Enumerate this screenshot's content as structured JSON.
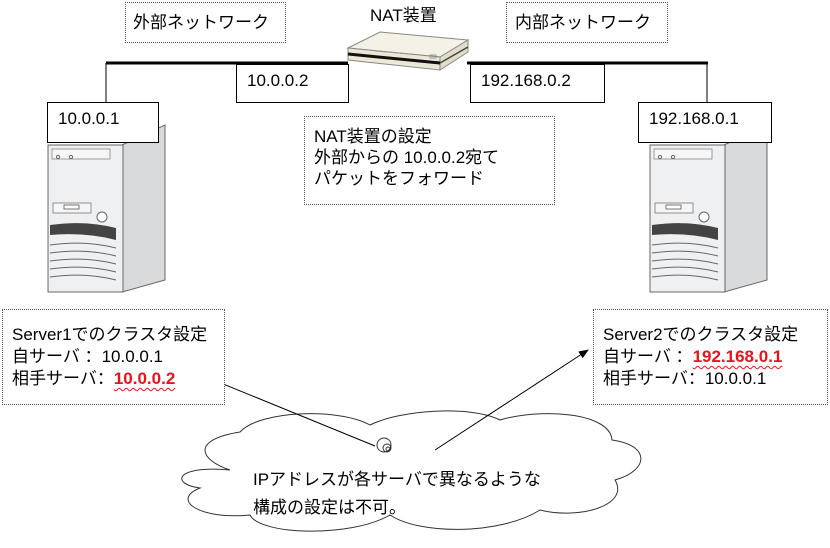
{
  "networks": {
    "external_label": "外部ネットワーク",
    "internal_label": "内部ネットワーク"
  },
  "nat_device": {
    "title": "NAT装置",
    "external_ip": "10.0.0.2",
    "internal_ip": "192.168.0.2",
    "settings_note": {
      "line1": "NAT装置の設定",
      "line2": "外部からの 10.0.0.2宛て",
      "line3": "パケットをフォワード"
    }
  },
  "server1": {
    "ip": "10.0.0.1",
    "settings": {
      "title": "Server1でのクラスタ設定",
      "self_label": "自サーバ ：",
      "self_value": "10.0.0.1",
      "peer_label": "相手サーバ：",
      "peer_value": "10.0.0.2",
      "highlight_color": "#e8141c"
    }
  },
  "server2": {
    "ip": "192.168.0.1",
    "settings": {
      "title": "Server2でのクラスタ設定",
      "self_label": "自サーバ ：",
      "self_value": "192.168.0.1",
      "peer_label": "相手サーバ：",
      "peer_value": "10.0.0.1",
      "highlight_color": "#e8141c"
    }
  },
  "callout": {
    "line1": "IPアドレスが各サーバで異なるような",
    "line2": "構成の設定は不可。"
  }
}
